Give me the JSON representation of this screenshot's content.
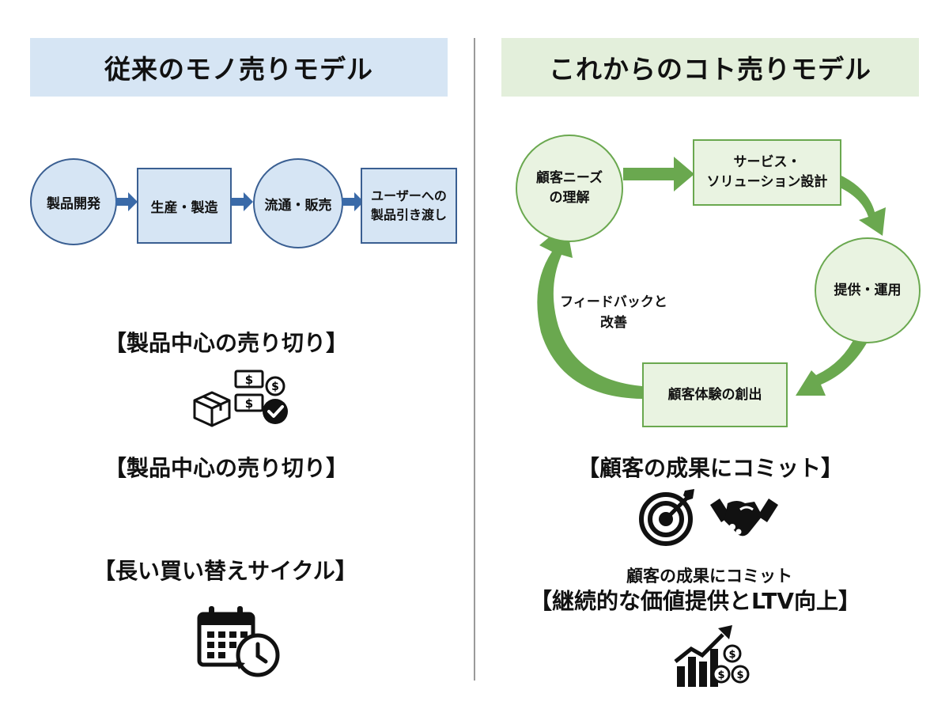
{
  "left": {
    "title": "従来のモノ売りモデル",
    "flow": [
      "製品開発",
      "生産・製造",
      "流通・販売",
      "ユーザーへの\n製品引き渡し"
    ],
    "label1": "【製品中心の売り切り】",
    "label2": "【製品中心の売り切り】",
    "label3": "【長い買い替えサイクル】",
    "icons": [
      "box-icon",
      "money-icon",
      "dollar-coin-icon",
      "checkmark-icon",
      "calendar-clock-icon"
    ]
  },
  "right": {
    "title": "これからのコト売りモデル",
    "cycle": {
      "needs": "顧客ニーズ\nの理解",
      "design": "サービス・\nソリューション設計",
      "operate": "提供・運用",
      "experience": "顧客体験の創出",
      "feedback": "フィードバックと\n改善"
    },
    "label1": "【顧客の成果にコミット】",
    "label2_small": "顧客の成果にコミット",
    "label3": "【継続的な価値提供とLTV向上】",
    "icons": [
      "target-icon",
      "handshake-icon",
      "growth-chart-icon"
    ]
  },
  "colors": {
    "blue_fill": "#d6e5f4",
    "blue_stroke": "#3a5f92",
    "green_fill": "#e9f3e1",
    "green_stroke": "#6aa84f"
  }
}
